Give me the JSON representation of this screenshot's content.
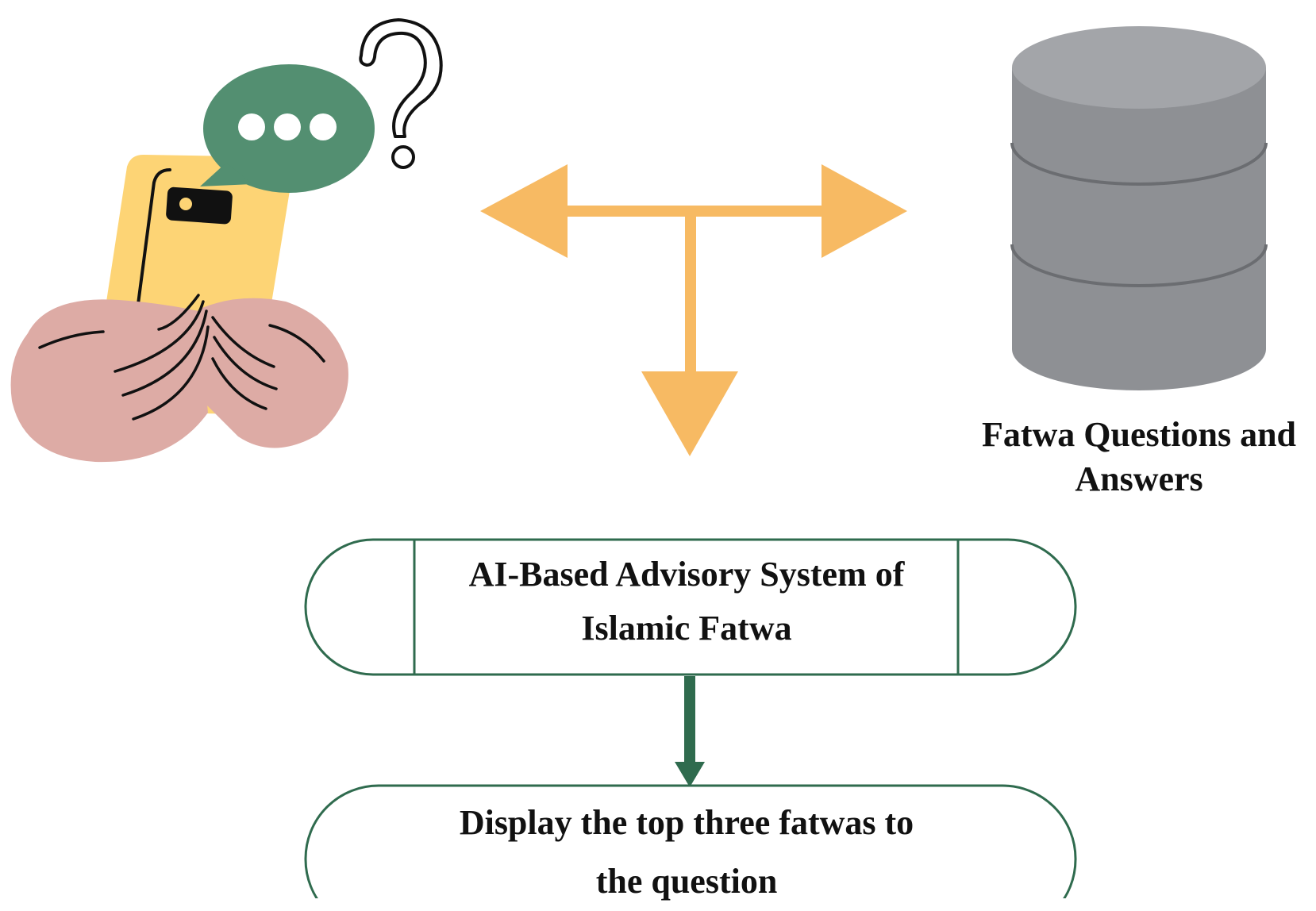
{
  "database": {
    "label_line1": "Fatwa Questions and",
    "label_line2": "Answers"
  },
  "process": {
    "label_line1": "AI-Based Advisory System of",
    "label_line2": "Islamic Fatwa"
  },
  "output": {
    "label_line1": "Display the top three fatwas to",
    "label_line2": "the question"
  },
  "colors": {
    "arrow_orange": "#F7BA63",
    "flow_green": "#2F6B4E",
    "bubble_green": "#538F71",
    "phone_yellow": "#FDD475",
    "hand_pink": "#DDABA5",
    "db_gray": "#8E9094"
  }
}
